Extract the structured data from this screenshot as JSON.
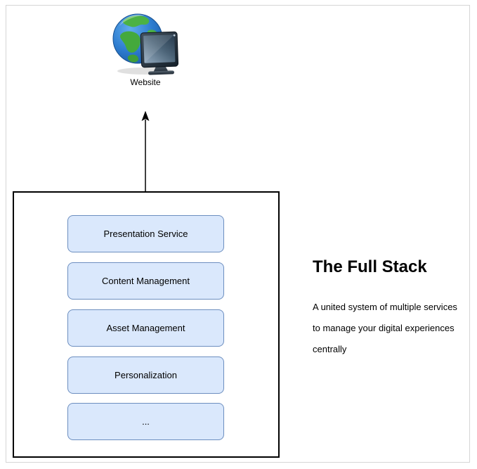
{
  "diagram": {
    "website": {
      "label": "Website",
      "icon": "globe-with-monitor"
    },
    "stack": {
      "services": [
        "Presentation Service",
        "Content Management",
        "Asset Management",
        "Personalization",
        "..."
      ]
    },
    "info": {
      "title": "The Full Stack",
      "description_lines": [
        "A united system of multiple services",
        "to manage your digital experiences",
        "centrally"
      ]
    },
    "colors": {
      "service_box_fill": "#dae8fc",
      "service_box_border": "#6c8ebf",
      "container_border": "#000000",
      "page_frame_border": "#d5d5d5",
      "arrow": "#000000"
    }
  }
}
